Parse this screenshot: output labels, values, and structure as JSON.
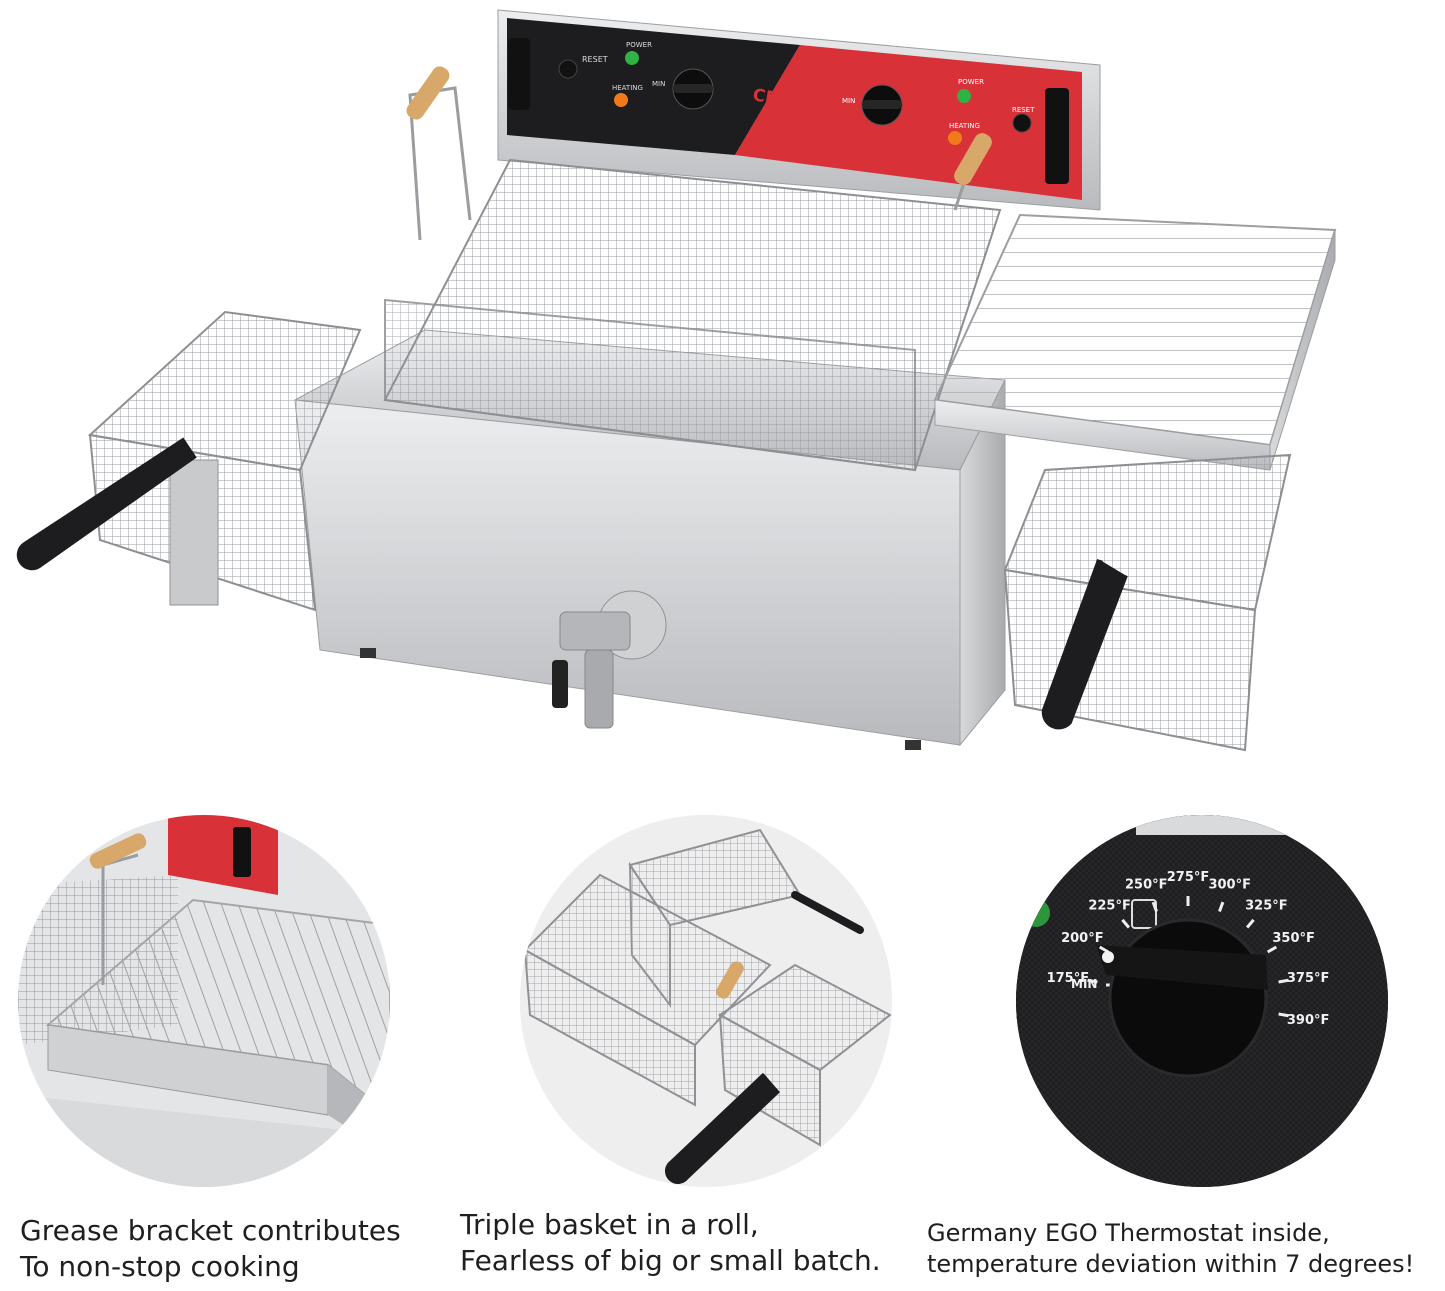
{
  "brand": {
    "logo_text": "CROSSON"
  },
  "panel": {
    "left": {
      "power": "POWER",
      "heating": "HEATING",
      "reset": "RESET",
      "min": "MIN"
    },
    "right": {
      "power": "POWER",
      "heating": "HEATING",
      "reset": "RESET",
      "min": "MIN"
    }
  },
  "thermostat": {
    "min_label": "MIN",
    "temps": [
      "175°F",
      "200°F",
      "225°F",
      "250°F",
      "275°F",
      "300°F",
      "325°F",
      "350°F",
      "375°F",
      "390°F"
    ]
  },
  "features": [
    {
      "line1": "Grease bracket contributes",
      "line2": "To non-stop cooking"
    },
    {
      "line1": "Triple basket in a roll,",
      "line2": "Fearless of big or small batch."
    },
    {
      "line1": "Germany EGO Thermostat inside,",
      "line2": "temperature deviation within 7 degrees!"
    }
  ],
  "colors": {
    "accent_red": "#d93138",
    "panel_black": "#1d1d1f",
    "steel": "#c9cacc",
    "power_green": "#2fb344",
    "heating_orange": "#f07a1a"
  }
}
